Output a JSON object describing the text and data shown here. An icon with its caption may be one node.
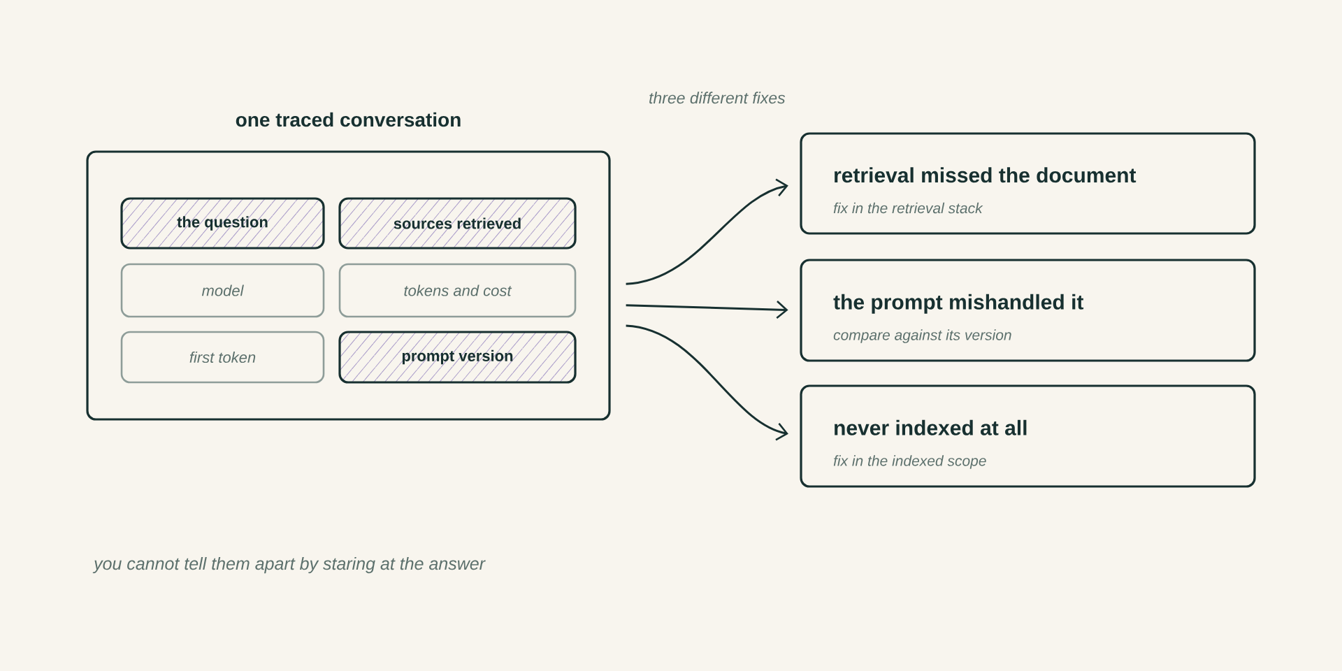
{
  "diagram": {
    "nodes": [
      {
        "text": [
          "one traced conversation"
        ]
      },
      {
        "text": [
          "the question"
        ],
        "in": 0
      },
      {
        "text": [
          "sources retrieved"
        ],
        "in": 0
      },
      {
        "text": [
          "model"
        ],
        "in": 0
      },
      {
        "text": [
          "tokens and cost"
        ],
        "in": 0
      },
      {
        "text": [
          "first token"
        ],
        "in": 0
      },
      {
        "text": [
          "prompt version"
        ],
        "in": 0
      },
      {
        "text": [
          "retrieval missed the document",
          "fix in the retrieval stack"
        ]
      },
      {
        "text": [
          "the prompt mishandled it",
          "compare against its version"
        ]
      },
      {
        "text": [
          "never indexed at all",
          "fix in the indexed scope"
        ]
      }
    ],
    "edges": [
      {
        "from": 0,
        "to": 7,
        "arrow": "to"
      },
      {
        "from": 0,
        "to": 8,
        "arrow": "to"
      },
      {
        "from": 0,
        "to": 9,
        "arrow": "to"
      }
    ],
    "labels": [
      "three different fixes",
      "you cannot tell them apart by staring at the answer"
    ]
  }
}
